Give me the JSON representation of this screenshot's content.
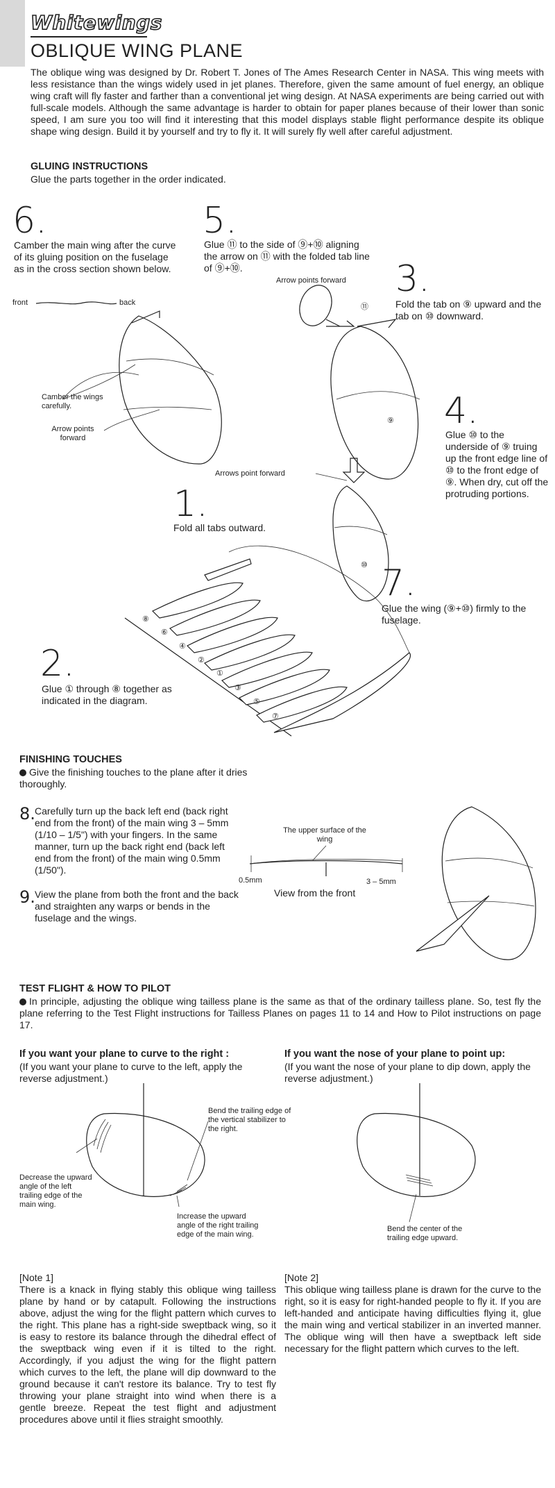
{
  "header": {
    "brand": "Whitewings",
    "title": "OBLIQUE WING PLANE"
  },
  "intro": "The oblique wing was designed by Dr. Robert T. Jones of The Ames Research Center in NASA. This wing meets with less resistance than the wings widely used in jet planes. Therefore, given the same amount of fuel energy, an oblique wing craft will fly faster and farther than a conventional jet wing design. At NASA experiments are being carried out with full-scale models. Although the same advantage is harder to obtain for paper planes because of their lower than sonic speed, I am sure you too will find it interesting that this model displays stable flight performance despite its oblique shape wing design. Build it by yourself and try to fly it. It will surely fly well after careful adjustment.",
  "gluing": {
    "heading": "GLUING INSTRUCTIONS",
    "sub": "Glue the parts together in the order indicated.",
    "steps": {
      "s6": {
        "num": "6.",
        "text": "Camber the main wing after the curve of its gluing position on the fuselage as in the cross section shown below."
      },
      "s5": {
        "num": "5.",
        "text": "Glue ⑪ to the side of ⑨+⑩ aligning the arrow on ⑪ with the folded tab line of ⑨+⑩."
      },
      "s3": {
        "num": "3.",
        "text": "Fold the tab on ⑨ upward and the tab on ⑩ downward."
      },
      "s4": {
        "num": "4.",
        "text": "Glue ⑩ to the underside of ⑨ truing up the front edge line of ⑩ to the front edge of ⑨. When dry, cut off the protruding portions."
      },
      "s1": {
        "num": "1.",
        "text": "Fold all tabs outward."
      },
      "s7": {
        "num": "7.",
        "text": "Glue the wing (⑨+⑩) firmly to the fuselage."
      },
      "s2": {
        "num": "2.",
        "text": "Glue ① through ⑧ together as indicated in the diagram."
      }
    },
    "labels": {
      "front": "front",
      "back": "back",
      "camber": "Camber the wings carefully.",
      "arrow_fwd": "Arrow points forward",
      "arrow_fwd2": "Arrow points forward",
      "arrows_fwd": "Arrows point forward",
      "p9": "⑨",
      "p10": "⑩",
      "p11": "⑪",
      "parts": [
        "⑧",
        "⑥",
        "④",
        "②",
        "①",
        "③",
        "⑤",
        "⑦"
      ]
    }
  },
  "finishing": {
    "heading": "FINISHING TOUCHES",
    "bullet": "Give the finishing touches to the plane after it dries thoroughly.",
    "s8": {
      "num": "8.",
      "text": "Carefully turn up the back left end (back right end from the front) of the main wing 3 – 5mm (1/10 – 1/5\") with your fingers. In the same manner, turn up the back right end (back left end from the front) of the main wing 0.5mm (1/50\")."
    },
    "s9": {
      "num": "9.",
      "text": "View the plane from both the front and the back and straighten any warps or bends in the fuselage and the wings."
    },
    "upper_surface": "The upper surface of the wing",
    "m05": "0.5mm",
    "m35": "3 – 5mm",
    "view_front": "View from the front"
  },
  "test": {
    "heading": "TEST FLIGHT & HOW TO PILOT",
    "bullet": "In principle, adjusting the oblique wing tailless plane is the same as that of the ordinary tailless plane. So, test fly the plane referring to the Test Flight instructions for Tailless Planes on pages 11 to 14 and How to Pilot instructions on page 17.",
    "left": {
      "heading": "If you want your plane to curve to the right :",
      "sub": "(If you want your plane to curve to the left, apply the reverse adjustment.)",
      "label_a": "Decrease the upward angle of the left trailing edge of the main wing.",
      "label_b": "Bend the trailing edge of the vertical stabilizer to the right.",
      "label_c": "Increase the upward angle of the right trailing edge of the main wing."
    },
    "right": {
      "heading": "If you want the nose of your plane to point up:",
      "sub": "(If you want the nose of your plane to dip down, apply the reverse adjustment.)",
      "label_a": "Bend the center of the trailing edge upward."
    }
  },
  "notes": {
    "n1_title": "[Note 1]",
    "n1": "There is a knack in flying stably this oblique wing tailless plane by hand or by catapult. Following the instructions above, adjust the wing for the flight pattern which curves to the right. This plane has a right-side sweptback wing, so it is easy to restore its balance through the dihedral effect of the sweptback wing even if it is tilted to the right. Accordingly, if you adjust the wing for the flight pattern which curves to the left, the plane will dip downward to the ground because it can't restore its balance. Try to test fly throwing your plane straight into wind when there is a gentle breeze. Repeat the test flight and adjustment procedures above until it flies straight smoothly.",
    "n2_title": "[Note 2]",
    "n2": "This oblique wing tailless plane is drawn for the curve to the right, so it is easy for right-handed people to fly it. If you are left-handed and anticipate having difficulties flying it, glue the main wing and vertical stabilizer in an inverted manner. The oblique wing will then have a sweptback left side necessary for the flight pattern which curves to the left."
  }
}
